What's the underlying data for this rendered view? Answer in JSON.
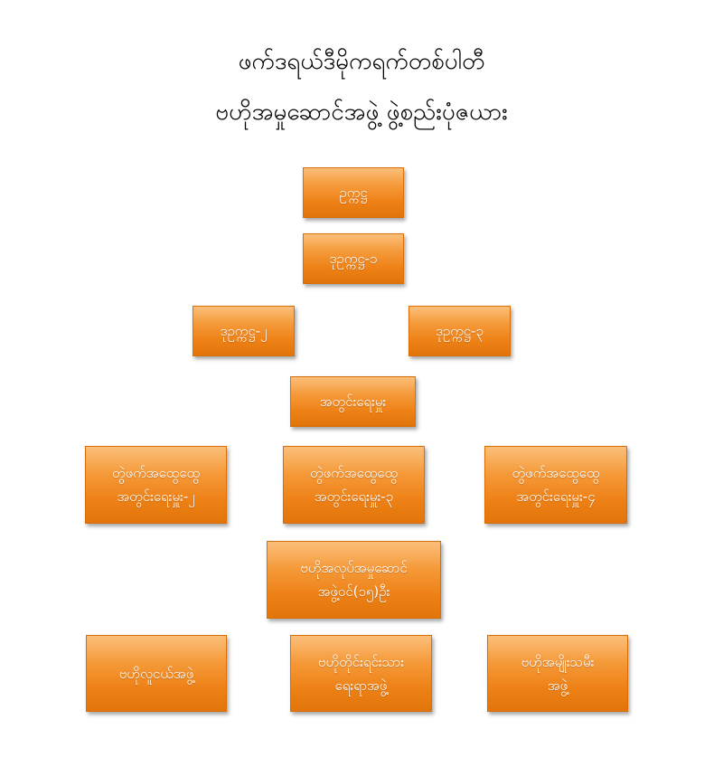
{
  "title": {
    "line1": "ဖက်ဒရယ်ဒီမိုကရက်တစ်ပါတီ",
    "line2": "ဗဟိုအမှုဆောင်အဖွဲ့ ဖွဲ့စည်းပုံဇယား"
  },
  "nodes": {
    "chairman": {
      "lines": [
        "ဥက္ကဋ္ဌ"
      ]
    },
    "vice1": {
      "lines": [
        "ဒုဥက္ကဋ္ဌ-၁"
      ]
    },
    "vice2": {
      "lines": [
        "ဒုဥက္ကဋ္ဌ-၂"
      ]
    },
    "vice3": {
      "lines": [
        "ဒုဥက္ကဋ္ဌ-၃"
      ]
    },
    "secretary": {
      "lines": [
        "အတွင်းရေးမှူး"
      ]
    },
    "jointsec2": {
      "lines": [
        "တွဲဖက်အထွေထွေ",
        "အတွင်းရေးမှူး-၂"
      ]
    },
    "jointsec3": {
      "lines": [
        "တွဲဖက်အထွေထွေ",
        "အတွင်းရေးမှူး-၃"
      ]
    },
    "jointsec4": {
      "lines": [
        "တွဲဖက်အထွေထွေ",
        "အတွင်းရေးမှူး-၄"
      ]
    },
    "cec": {
      "lines": [
        "ဗဟိုအလုပ်အမှုဆောင်",
        "အဖွဲ့ဝင်(၁၅)ဦး"
      ]
    },
    "youth": {
      "lines": [
        "ဗဟိုလူငယ်အဖွဲ့"
      ]
    },
    "ethnic": {
      "lines": [
        "ဗဟိုတိုင်းရင်းသား",
        "ရေးရာအဖွဲ့"
      ]
    },
    "women": {
      "lines": [
        "ဗဟိုအမျိုးသမီး",
        "အဖွဲ့"
      ]
    }
  }
}
